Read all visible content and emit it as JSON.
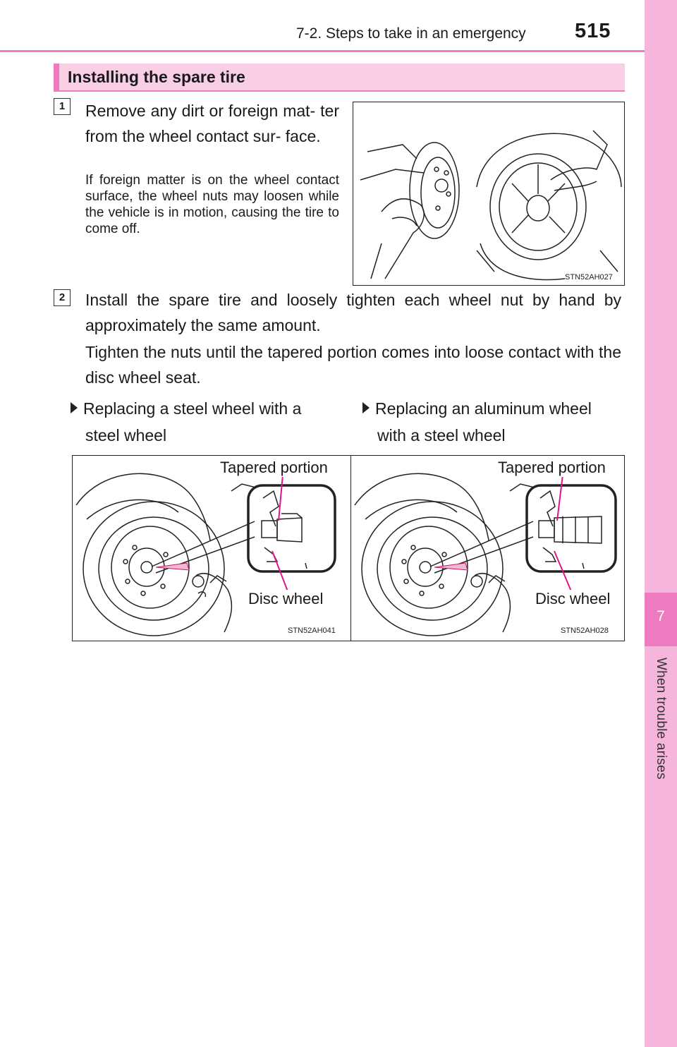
{
  "header": {
    "section": "7-2. Steps to take in an emergency",
    "page_number": "515"
  },
  "side_tab": {
    "chapter_number": "7",
    "chapter_title": "When trouble arises"
  },
  "section": {
    "title": "Installing the spare tire"
  },
  "steps": [
    {
      "number": "1",
      "text": "Remove any dirt or foreign mat- ter from the wheel contact sur- face.",
      "note": "If foreign matter is on the wheel contact surface, the wheel nuts may loosen while the vehicle is in motion, causing the tire to come off.",
      "figure_code": "STN52AH027"
    },
    {
      "number": "2",
      "text": "Install the spare tire and loosely tighten each wheel nut by hand by approximately the same amount.",
      "subtext": "Tighten the nuts until the tapered portion comes into loose contact with the disc wheel seat."
    }
  ],
  "cases": [
    {
      "title_line1": "Replacing a steel wheel with a",
      "title_line2": "steel wheel",
      "callout_top": "Tapered portion",
      "callout_bottom": "Disc wheel",
      "figure_code": "STN52AH041"
    },
    {
      "title_line1": "Replacing an aluminum wheel",
      "title_line2": "with a steel wheel",
      "callout_top": "Tapered portion",
      "callout_bottom": "Disc wheel",
      "figure_code": "STN52AH028"
    }
  ],
  "colors": {
    "accent": "#ee7bbf",
    "tab": "#f6b6dc",
    "heading_fill": "#f9cfe6",
    "callout_line": "#e0148c"
  }
}
